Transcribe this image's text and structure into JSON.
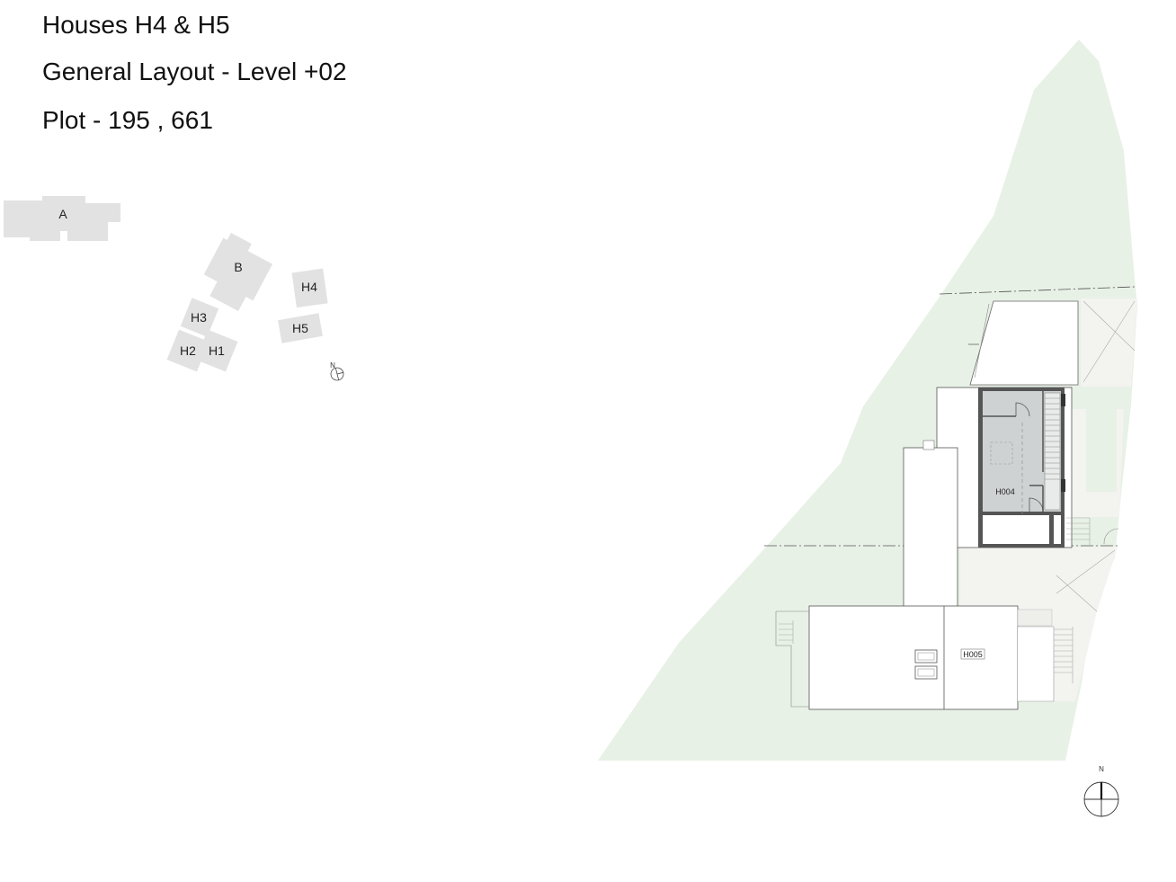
{
  "title": {
    "line1": "Houses H4 & H5",
    "line2": "General Layout - Level +02",
    "line3": "Plot - 195 , 661"
  },
  "key_plan": {
    "buildings": [
      "A",
      "B",
      "H4",
      "H3",
      "H5",
      "H2",
      "H1"
    ],
    "north_label": "N"
  },
  "site_plan": {
    "unit_h004": "H004",
    "unit_h005": "H005",
    "north_label": "N"
  },
  "colors": {
    "landscape": "#e8f1e6",
    "terrace": "#f3f3f0",
    "key_building": "#e2e2e2",
    "interior": "#cfd2d3",
    "wall": "#555555"
  }
}
